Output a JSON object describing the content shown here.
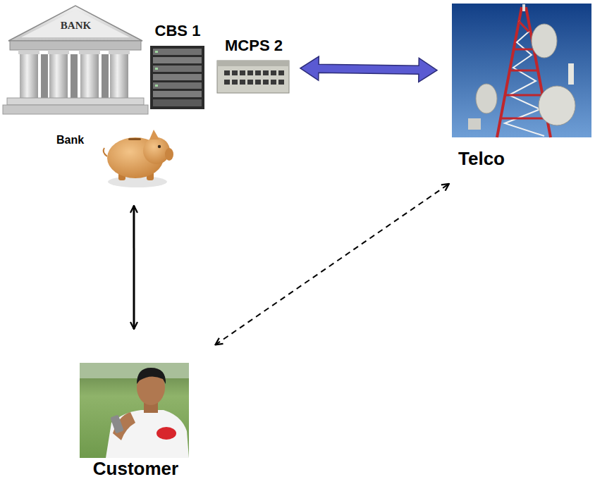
{
  "diagram": {
    "nodes": [
      {
        "text": [
          "BANK"
        ]
      },
      {
        "text": [
          "CBS 1"
        ]
      },
      {
        "text": [
          "MCPS 2"
        ]
      },
      {
        "text": [
          "Bank"
        ]
      },
      {
        "text": [
          "Telco"
        ]
      },
      {
        "text": [
          "Customer"
        ]
      }
    ],
    "edges": [
      {
        "from": 2,
        "to": 4,
        "arrow": "both"
      },
      {
        "from": 3,
        "to": 5,
        "arrow": "both"
      },
      {
        "from": 5,
        "to": 4,
        "arrow": "both"
      }
    ]
  }
}
